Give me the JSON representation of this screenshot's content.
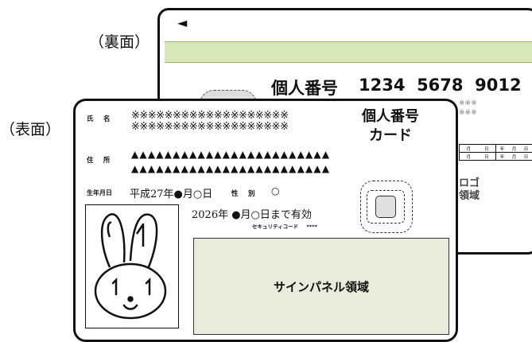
{
  "labels": {
    "back": "（裏面）",
    "front": "（表面）"
  },
  "back_card": {
    "arrow": "◄",
    "number_title": "個人番号",
    "number_value": "1234  5678  9012",
    "kome_line1": "※※※",
    "kome_line2": "※※※",
    "date_cells": [
      "月",
      "日",
      "年",
      "月",
      "日"
    ],
    "logo_line1": "ロゴ",
    "logo_line2": "領域",
    "colors": {
      "band": "#d9e8b8"
    }
  },
  "front_card": {
    "name_label": "氏　名",
    "name_value_line1": "※※※※※※※※※※※※※※※※※※※",
    "name_value_line2": "※※※※※※※※※※※※※※※※※※※",
    "card_title_line1": "個人番号",
    "card_title_line2": "カード",
    "address_label": "住　所",
    "address_line1": "▲▲▲▲▲▲▲▲▲▲▲▲▲▲▲▲▲▲▲▲▲▲▲▲",
    "address_line2": "▲▲▲▲▲▲▲▲▲▲▲▲▲▲▲▲▲▲▲▲▲▲▲▲",
    "birth_label": "生年月日",
    "birth_value": "平成27年●月○日",
    "sex_label": "性　別",
    "sex_value": "○",
    "validity": "2026年 ●月○日まで有効",
    "security_label": "セキュリティコード",
    "security_value": "****",
    "sign_panel": "サインパネル領域",
    "photo_icon": "rabbit-mascot",
    "colors": {
      "sign_panel": "#e7ecdb",
      "chip": "#e0e0e0"
    }
  }
}
